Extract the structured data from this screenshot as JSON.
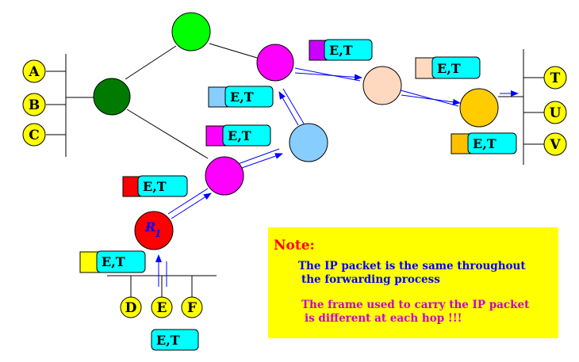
{
  "hosts_left": [
    "A",
    "B",
    "C"
  ],
  "hosts_right": [
    "T",
    "U",
    "V"
  ],
  "hosts_bottom": [
    "D",
    "E",
    "F"
  ],
  "router_label": {
    "main": "R",
    "sub": "1"
  },
  "packet_label": "E,T",
  "frame_colors": {
    "red": "#ff0000",
    "magenta_1": "#ff00ff",
    "light_blue": "#87ceff",
    "purple": "#cc00ff",
    "peach": "#ffd8c0",
    "orange": "#ffc000",
    "yellow": "#ffff00",
    "packet_body": "#00ffff"
  },
  "node_colors": {
    "dark_green": "#007a00",
    "green": "#00ff00",
    "magenta": "#ff00ff",
    "light_blue": "#87ceff",
    "peach": "#ffd8c0",
    "orange": "#ffcc00",
    "router": "#ff0000"
  },
  "note": {
    "title": "Note:",
    "line1": "The IP packet is the same throughout",
    "line2": "the forwarding process",
    "line3": "The frame used to carry the IP packet",
    "line4": "is different at each hop !!!"
  }
}
